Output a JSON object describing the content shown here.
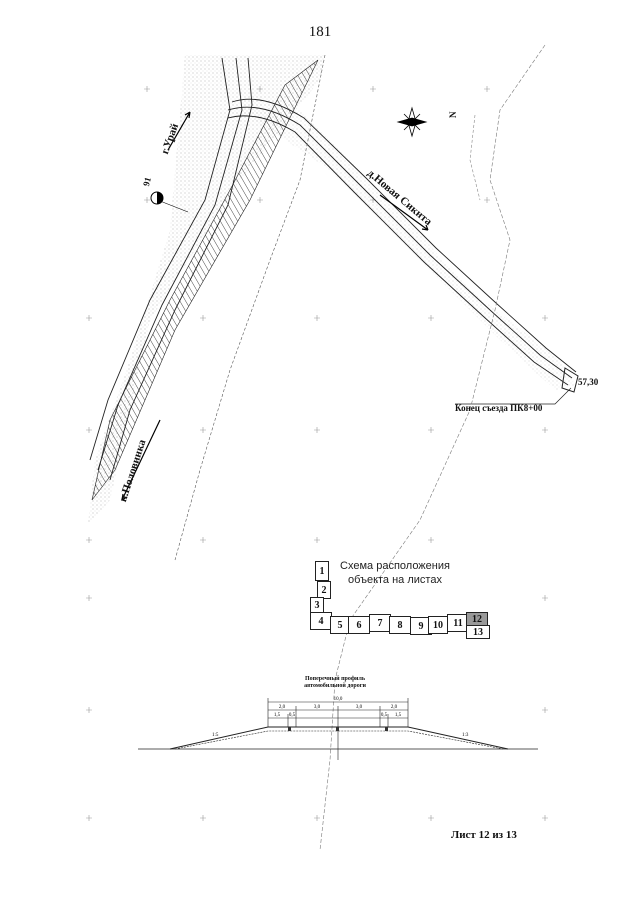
{
  "page_number": "181",
  "map": {
    "roads": {
      "uray": "г.Урай",
      "novaya_sikhta": "д.Новая Сикнта",
      "polovinka": "п.Половинка"
    },
    "point_label": "91",
    "elevation": "57,30",
    "end_note": "Конец съезда ПК8+00",
    "north": "N"
  },
  "sheet_scheme": {
    "title_line1": "Схема расположения",
    "title_line2": "объекта на листах",
    "cells": [
      "1",
      "2",
      "3",
      "4",
      "5",
      "6",
      "7",
      "8",
      "9",
      "10",
      "11",
      "12",
      "13"
    ]
  },
  "profile": {
    "title_line1": "Поперечный профиль",
    "title_line2": "автомобильной дороги",
    "total_width": "10,0",
    "segments": [
      "2,0",
      "3,0",
      "3,0",
      "2,0"
    ],
    "sub_segments": [
      "1,5",
      "0,5",
      "0,5",
      "1,5"
    ],
    "slope_left": "1:5",
    "slope_right": "1:3"
  },
  "footer": "Лист 12 из 13"
}
